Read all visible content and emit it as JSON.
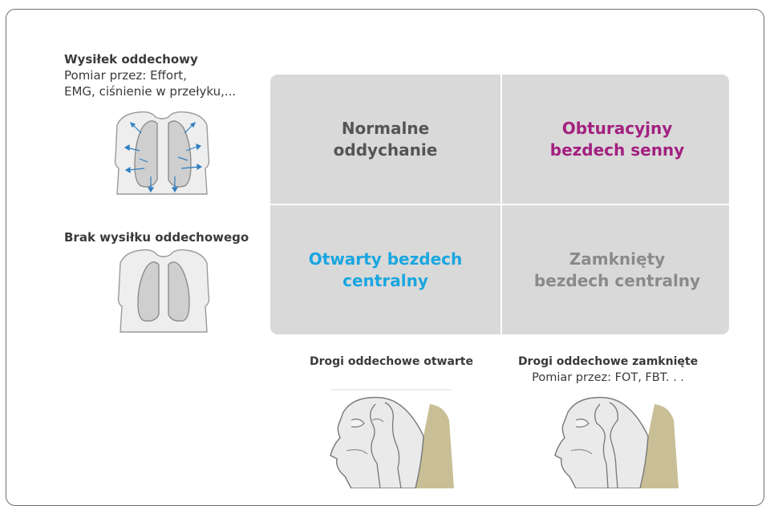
{
  "rows": [
    {
      "title": "Wysiłek oddechowy",
      "subtitle": "Pomiar przez: Effort,",
      "subtitle2": "EMG, ciśnienie w przełyku,..."
    },
    {
      "title": "Brak wysiłku oddechowego"
    }
  ],
  "columns": [
    {
      "title": "Drogi oddechowe otwarte"
    },
    {
      "title": "Drogi oddechowe zamknięte",
      "subtitle": "Pomiar przez: FOT, FBT. . ."
    }
  ],
  "cells": {
    "effort_open": "Normalne\noddychanie",
    "effort_closed": "Obturacyjny\nbezdech senny",
    "noeffort_open": "Otwarty bezdech\ncentralny",
    "noeffort_closed": "Zamknięty\nbezdech centralny"
  },
  "colors": {
    "effort_open": "#555555",
    "effort_closed": "#a3207f",
    "noeffort_open": "#1aa6e0",
    "noeffort_closed": "#8a8a8a",
    "grid_bg": "#d9d9d9",
    "arrow": "#2f7fc0",
    "tissue": "#c8bf96"
  },
  "icons": [
    "torso-breathing-effort-icon",
    "torso-no-effort-icon",
    "head-airway-open-icon",
    "head-airway-closed-icon"
  ]
}
